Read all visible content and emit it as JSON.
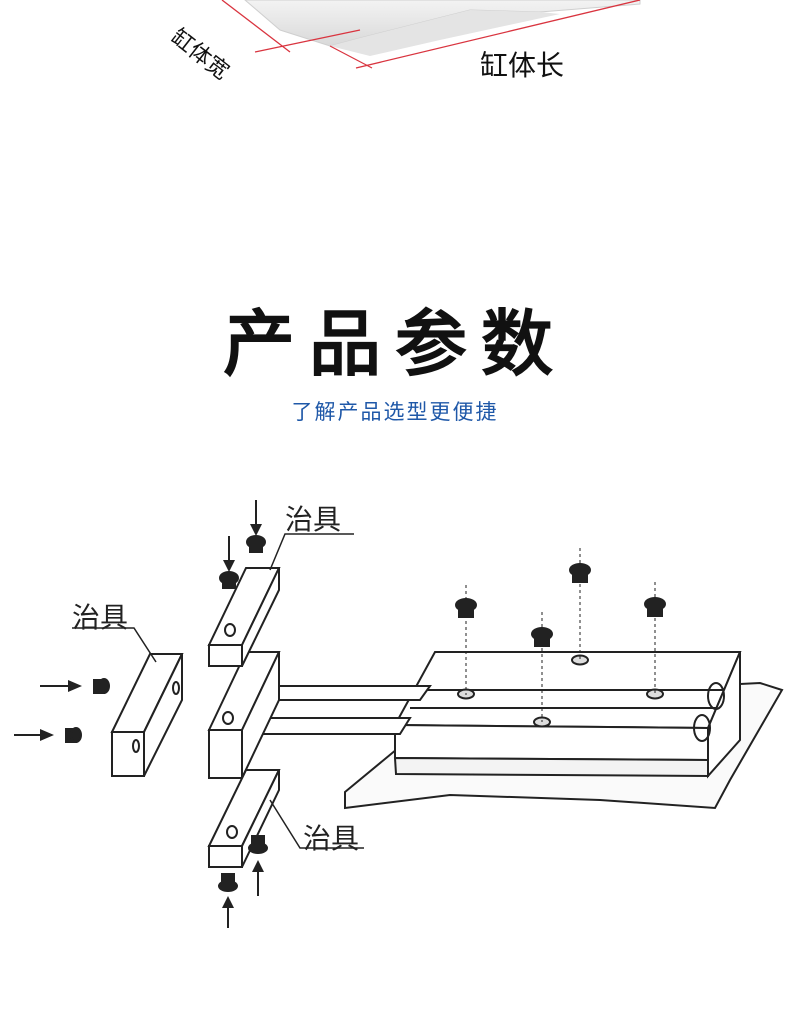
{
  "top_figure": {
    "cylinder_width_label": "缸体宽",
    "cylinder_length_label": "缸体长"
  },
  "section": {
    "title": "产品参数",
    "subtitle": "了解产品选型更便捷"
  },
  "diagram": {
    "fixture_label_top": "治具",
    "fixture_label_left": "治具",
    "fixture_label_bottom": "治具"
  },
  "colors": {
    "subtitle_blue": "#1f58a8",
    "measure_red": "#d9343f",
    "line_dark": "#222222"
  }
}
